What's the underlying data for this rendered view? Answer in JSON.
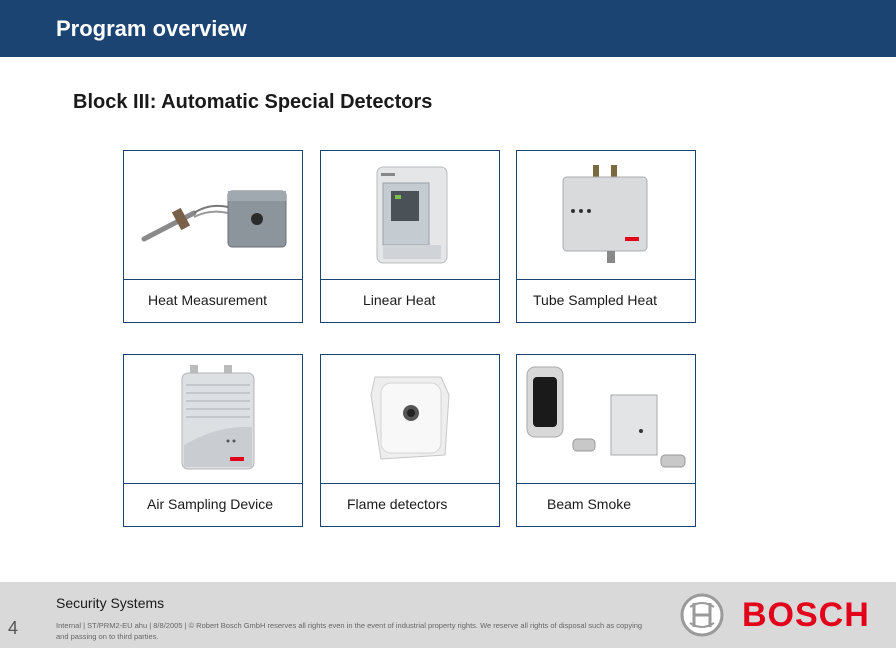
{
  "header": {
    "title": "Program overview"
  },
  "block_title": "Block III: Automatic Special Detectors",
  "products": [
    {
      "label": "Heat Measurement"
    },
    {
      "label": "Linear Heat"
    },
    {
      "label": "Tube Sampled Heat"
    },
    {
      "label": "Air Sampling Device"
    },
    {
      "label": "Flame detectors"
    },
    {
      "label": "Beam Smoke"
    }
  ],
  "footer": {
    "section": "Security Systems",
    "page_number": "4",
    "legal": "Internal | ST/PRM2-EU ahu | 8/8/2005 | © Robert Bosch GmbH reserves all rights even in the event of industrial property rights. We reserve all rights of disposal such as copying and passing on to third parties.",
    "brand": "BOSCH"
  },
  "colors": {
    "header_bg": "#1c4472",
    "brand_red": "#e2001a",
    "footer_bg": "#d9d9d9"
  }
}
